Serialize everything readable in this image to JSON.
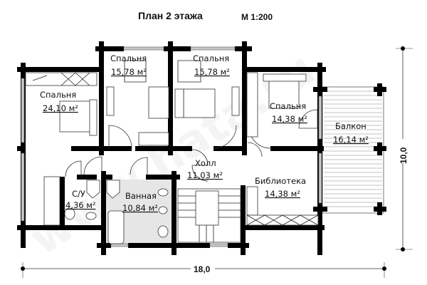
{
  "header": {
    "title": "План 2 этажа",
    "scale": "М 1:200"
  },
  "rooms": [
    {
      "id": "bedroom-1",
      "name": "Спальня",
      "area": "24,10 м²"
    },
    {
      "id": "bedroom-2",
      "name": "Спальня",
      "area": "15,78 м²"
    },
    {
      "id": "bedroom-3",
      "name": "Спальня",
      "area": "15,78 м²"
    },
    {
      "id": "bedroom-4",
      "name": "Спальня",
      "area": "14,38 м²"
    },
    {
      "id": "balcony",
      "name": "Балкон",
      "area": "16,14 м²"
    },
    {
      "id": "hall",
      "name": "Холл",
      "area": "11,03 м²"
    },
    {
      "id": "library",
      "name": "Библиотека",
      "area": "14,38 м²"
    },
    {
      "id": "wc",
      "name": "С/У",
      "area": "4,36 м²"
    },
    {
      "id": "bathroom",
      "name": "Ванная",
      "area": "10,84 м²"
    }
  ],
  "dimensions": {
    "width": "18,0",
    "height": "10,0"
  },
  "colors": {
    "wall": "#000000",
    "bathroom_fill": "#e6e6e6",
    "window": "#c8c8c8",
    "watermark": "#ececec"
  }
}
